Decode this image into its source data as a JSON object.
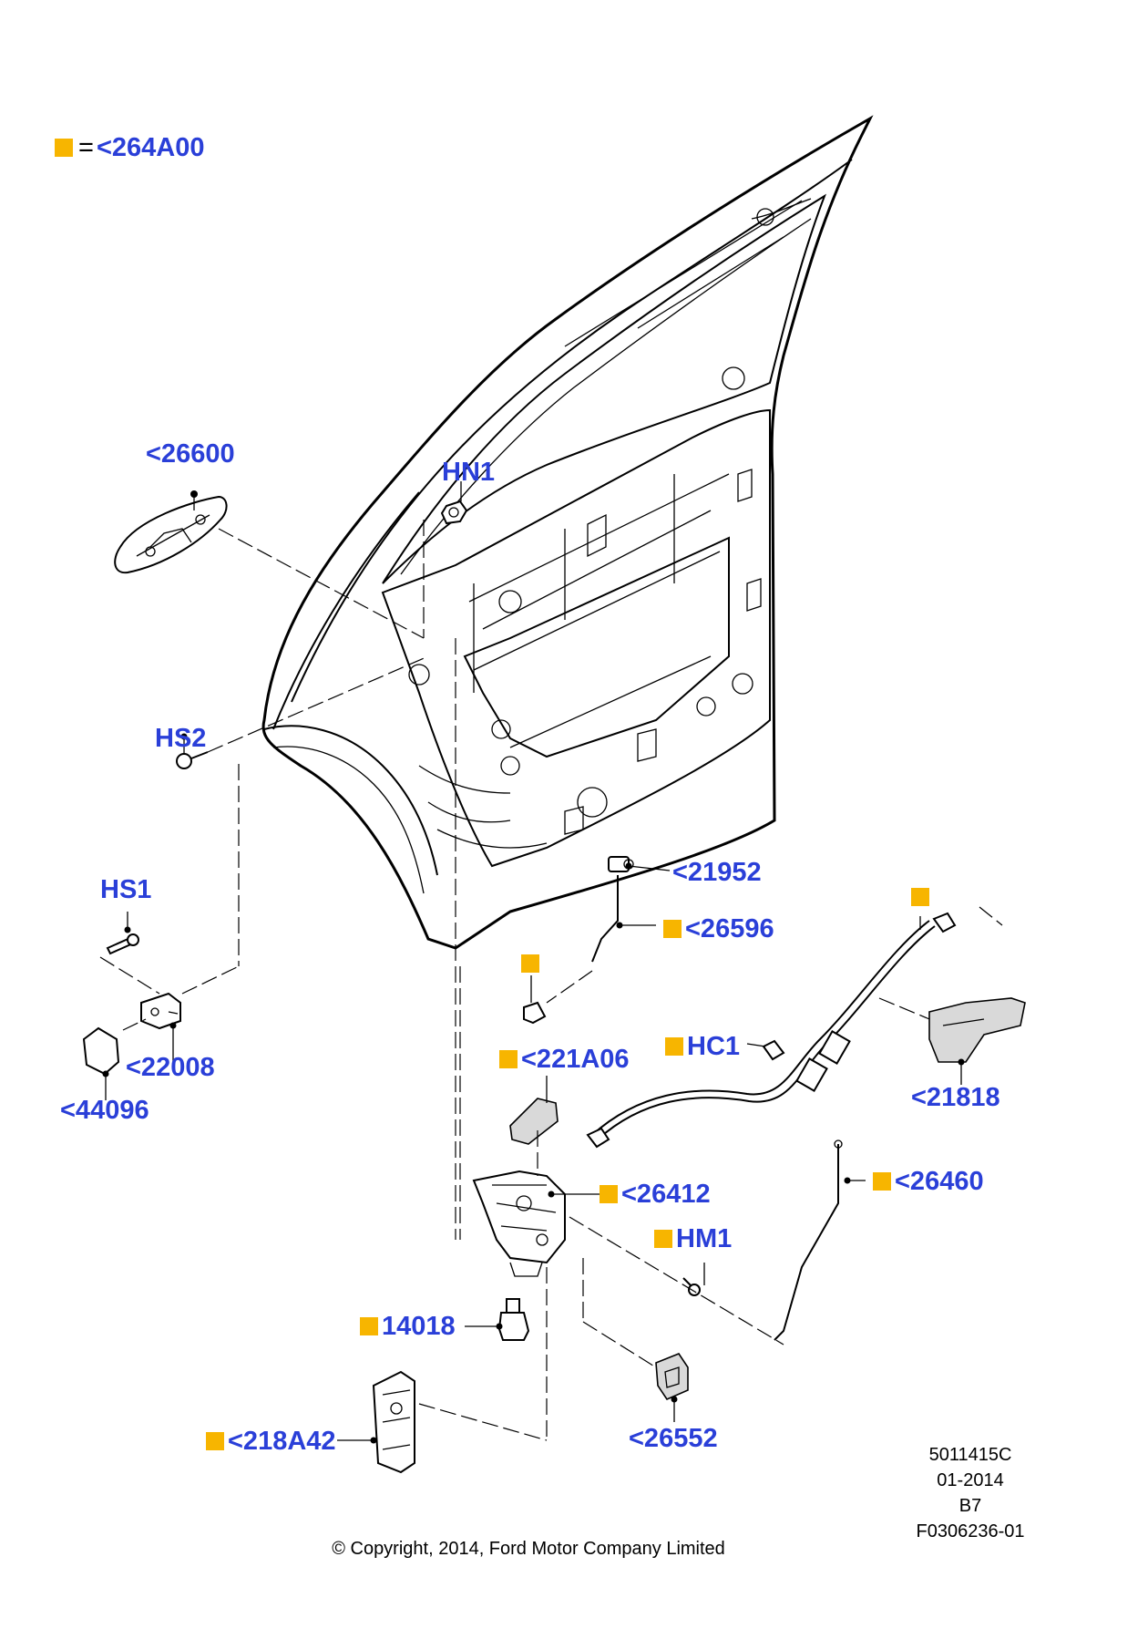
{
  "legend": {
    "equals": "=",
    "label": "<264A00"
  },
  "callouts": {
    "p26600": "<26600",
    "hn1": "HN1",
    "hs2": "HS2",
    "hs1": "HS1",
    "p22008": "<22008",
    "p44096": "<44096",
    "p21952": "<21952",
    "p26596": "<26596",
    "hc1": "HC1",
    "p221A06": "<221A06",
    "p21818": "<21818",
    "p26412": "<26412",
    "p26460": "<26460",
    "hm1": "HM1",
    "p14018": "14018",
    "p26552": "<26552",
    "p218A42": "<218A42"
  },
  "metadata": {
    "illustration_number": "5011415C",
    "date": "01-2014",
    "revision": "B7",
    "figure_id": "F0306236-01"
  },
  "copyright": "© Copyright, 2014, Ford Motor Company Limited",
  "colors": {
    "callout_text": "#2a3fd8",
    "marker": "#f7b500",
    "line": "#000000"
  }
}
